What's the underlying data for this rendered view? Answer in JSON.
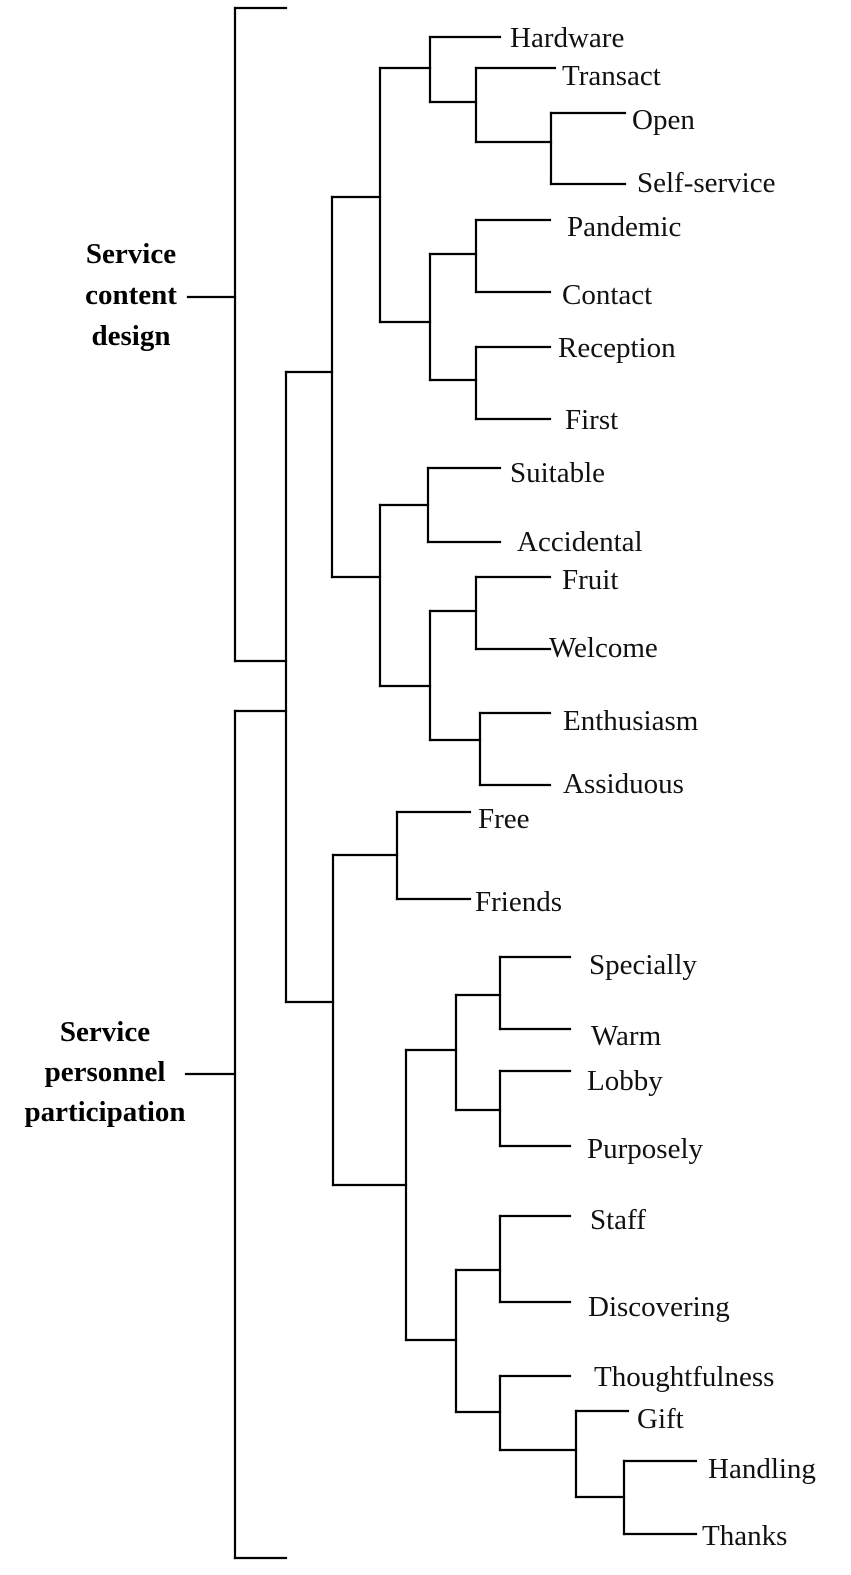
{
  "groups": [
    {
      "id": "g-content",
      "lines": [
        "Service",
        "content",
        "design"
      ]
    },
    {
      "id": "g-personnel",
      "lines": [
        "Service",
        "personnel",
        "participation"
      ]
    }
  ],
  "leaves": [
    "Hardware",
    "Transact",
    "Open",
    "Self-service",
    "Pandemic",
    "Contact",
    "Reception",
    "First",
    "Suitable",
    "Accidental",
    "Fruit",
    "Welcome",
    "Enthusiasm",
    "Assiduous",
    "Free",
    "Friends",
    "Specially",
    "Warm",
    "Lobby",
    "Purposely",
    "Staff",
    "Discovering",
    "Thoughtfulness",
    "Gift",
    "Handling",
    "Thanks"
  ],
  "colors": {
    "line": "#000000",
    "text": "#111111",
    "background": "#ffffff"
  }
}
